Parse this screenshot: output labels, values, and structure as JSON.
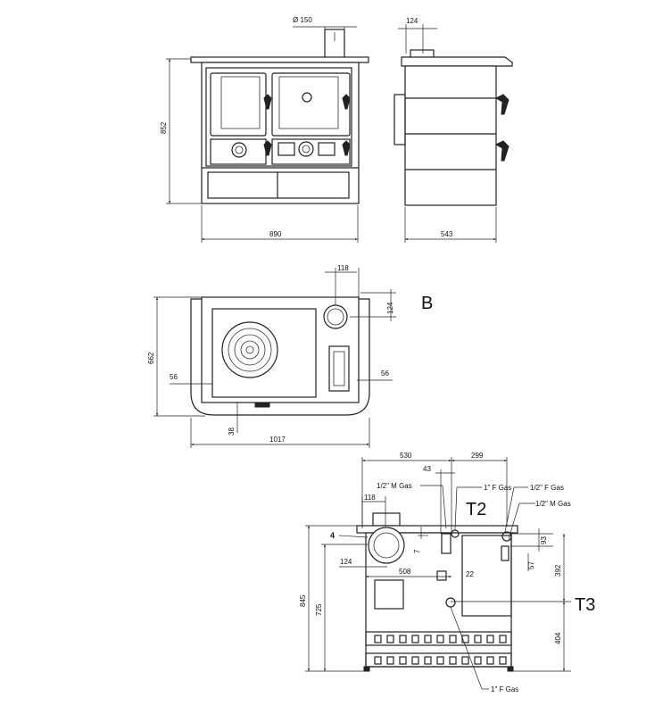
{
  "front": {
    "flue": "Ø 150",
    "height": "852",
    "width": "890"
  },
  "side": {
    "flue_offset": "124",
    "depth": "543"
  },
  "top": {
    "label": "B",
    "flue_x": "118",
    "flue_y": "124",
    "depth": "662",
    "side_left": "56",
    "side_right": "56",
    "front_offset": "38",
    "width": "1017"
  },
  "rear": {
    "dim_530": "530",
    "dim_299": "299",
    "dim_43": "43",
    "gas_half_m_left": "1/2\" M Gas",
    "gas_1f_top": "1\" F Gas",
    "t2": "T2",
    "gas_half_f": "1/2\" F Gas",
    "gas_half_m_right": "1/2\" M Gas",
    "dim_118": "118",
    "label_4": "4",
    "dim_7": "7",
    "dim_124": "124",
    "dim_508": "508",
    "dim_22": "22",
    "dim_93": "93",
    "dim_57": "57",
    "dim_392": "392",
    "t3": "T3",
    "height_845": "845",
    "height_725": "725",
    "dim_404": "404",
    "gas_1f_bottom": "1\" F Gas"
  }
}
